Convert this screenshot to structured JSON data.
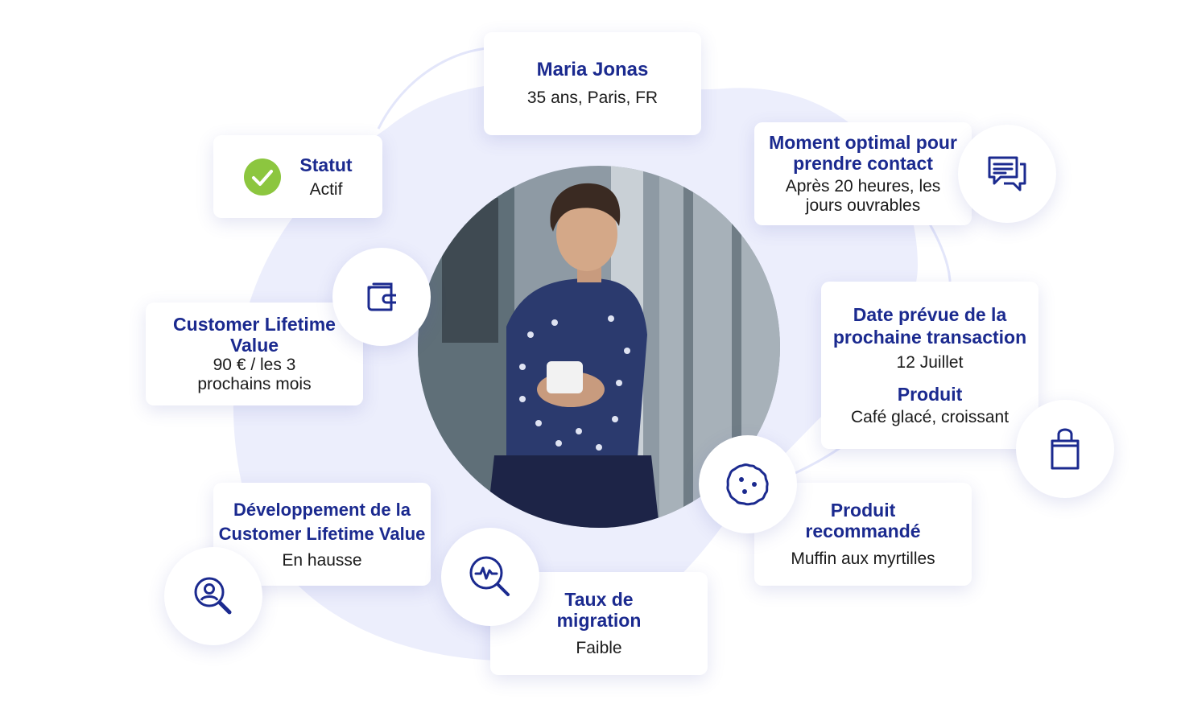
{
  "colors": {
    "accent": "#1b2a8f",
    "check_green": "#8cc63f",
    "blob": "#eceefc"
  },
  "profile": {
    "name": "Maria Jonas",
    "details": "35 ans, Paris, FR",
    "photo_description": "woman-with-coffee-cup"
  },
  "status": {
    "title": "Statut",
    "value": "Actif",
    "icon": "check-circle-icon"
  },
  "clv": {
    "title": "Customer Lifetime Value",
    "value": "90 € / les 3 prochains mois",
    "icon": "wallet-icon"
  },
  "clv_development": {
    "title": "Développement de la Customer Lifetime Value",
    "value": "En hausse",
    "icon": "user-search-icon"
  },
  "migration": {
    "title": "Taux de migration",
    "value": "Faible",
    "icon": "activity-search-icon"
  },
  "recommended": {
    "title": "Produit recommandé",
    "value": "Muffin aux myrtilles",
    "icon": "cookie-icon"
  },
  "contact": {
    "title": "Moment optimal pour prendre contact",
    "value": "Après 20 heures, les jours ouvrables",
    "icon": "chat-bubbles-icon"
  },
  "next_transaction": {
    "title": "Date prévue de la prochaine transaction",
    "date": "12 Juillet",
    "product_title": "Produit",
    "product_value": "Café glacé, croissant",
    "icon": "shopping-bag-icon"
  }
}
